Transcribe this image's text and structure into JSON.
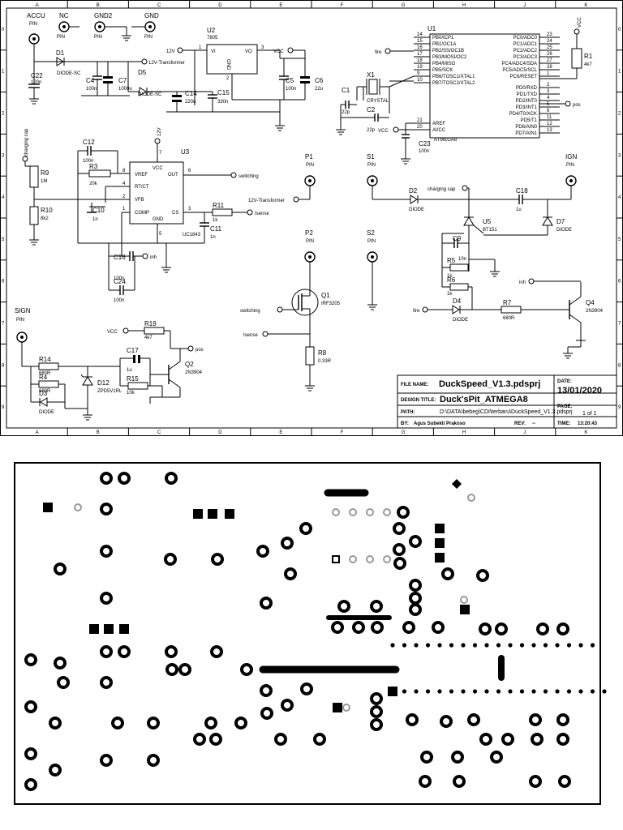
{
  "border": {
    "cols": [
      "A",
      "B",
      "C",
      "D",
      "E",
      "F",
      "G",
      "H",
      "J",
      "K"
    ],
    "rows": [
      "0",
      "1",
      "2",
      "3",
      "4",
      "5",
      "6",
      "7",
      "8",
      "9"
    ]
  },
  "ports": {
    "accu": "ACCU",
    "nc": "NC",
    "gnd2": "GND2",
    "gnd": "GND",
    "p1": "P1",
    "p2": "P2",
    "s1": "S1",
    "s2": "S2",
    "ign": "IGN",
    "sign": "SIGN",
    "pin": "PIN"
  },
  "components": {
    "D1": {
      "ref": "D1",
      "val": "DIODE-SC"
    },
    "D5": {
      "ref": "D5",
      "val": "DIODE-SC"
    },
    "C22": {
      "ref": "C22",
      "val": "100n"
    },
    "C4": {
      "ref": "C4",
      "val": "100n"
    },
    "C7": {
      "ref": "C7",
      "val": "1000u"
    },
    "C14": {
      "ref": "C14",
      "val": "220u"
    },
    "C15": {
      "ref": "C15",
      "val": "330n"
    },
    "U2": {
      "ref": "U2",
      "val": "7805",
      "vi": "VI",
      "vo": "VO",
      "gnd": "GND"
    },
    "C5": {
      "ref": "C5",
      "val": "100n"
    },
    "C6": {
      "ref": "C6",
      "val": "22u"
    },
    "U1": {
      "ref": "U1",
      "val": "ATMEGA8"
    },
    "R1": {
      "ref": "R1",
      "val": "4k7"
    },
    "X1": {
      "ref": "X1",
      "val": "CRYSTAL"
    },
    "C1": {
      "ref": "C1",
      "val": "22p"
    },
    "C2": {
      "ref": "C2",
      "val": "22p"
    },
    "C23": {
      "ref": "C23",
      "val": "100n"
    },
    "C12": {
      "ref": "C12",
      "val": "100n"
    },
    "R3": {
      "ref": "R3",
      "val": "20k"
    },
    "U3": {
      "ref": "U3",
      "val": "UC1843"
    },
    "R9": {
      "ref": "R9",
      "val": "1M"
    },
    "R10": {
      "ref": "R10",
      "val": "8k2"
    },
    "C10": {
      "ref": "C10",
      "val": "1n"
    },
    "R11": {
      "ref": "R11",
      "val": "1k"
    },
    "C11": {
      "ref": "C11",
      "val": "1n"
    },
    "C16": {
      "ref": "C16",
      "val": "100n"
    },
    "C24": {
      "ref": "C24",
      "val": "100n"
    },
    "D2": {
      "ref": "D2",
      "val": "DIODE"
    },
    "C18": {
      "ref": "C18",
      "val": "1u"
    },
    "U5": {
      "ref": "U5",
      "val": "BT151"
    },
    "D7": {
      "ref": "D7",
      "val": "DIODE"
    },
    "C9": {
      "ref": "C9",
      "val": "10n"
    },
    "R5": {
      "ref": "R5",
      "val": "1k"
    },
    "R6": {
      "ref": "R6",
      "val": "1k"
    },
    "D4": {
      "ref": "D4",
      "val": "DIODE"
    },
    "R7": {
      "ref": "R7",
      "val": "680R"
    },
    "Q4": {
      "ref": "Q4",
      "val": "2N3904"
    },
    "Q1": {
      "ref": "Q1",
      "val": "IRF3205"
    },
    "R8": {
      "ref": "R8",
      "val": "0.33R"
    },
    "R19": {
      "ref": "R19",
      "val": "4k7"
    },
    "C17": {
      "ref": "C17",
      "val": "1u"
    },
    "R15": {
      "ref": "R15",
      "val": "10k"
    },
    "Q2": {
      "ref": "Q2",
      "val": "2N3904"
    },
    "R14": {
      "ref": "R14",
      "val": "680R"
    },
    "R4": {
      "ref": "R4",
      "val": "680R"
    },
    "D3": {
      "ref": "D3",
      "val": "DIODE"
    },
    "D12": {
      "ref": "D12",
      "val": "ZPD5V1RL"
    }
  },
  "u1_left_pins": [
    {
      "num": "14",
      "name": "PB0/ICP1"
    },
    {
      "num": "15",
      "name": "PB1/OC1A"
    },
    {
      "num": "16",
      "name": "PB2/SS/OC1B"
    },
    {
      "num": "17",
      "name": "PB3/MOSI/OC2"
    },
    {
      "num": "18",
      "name": "PB4/MISO"
    },
    {
      "num": "19",
      "name": "PB5/SCK"
    },
    {
      "num": "9",
      "name": "PB6/TOSC1/XTAL1"
    },
    {
      "num": "10",
      "name": "PB7/TOSC2/XTAL2"
    },
    {
      "num": "21",
      "name": "AREF"
    },
    {
      "num": "20",
      "name": "AVCC"
    }
  ],
  "u1_right_pins": [
    {
      "num": "23",
      "name": "PC0/ADC0"
    },
    {
      "num": "24",
      "name": "PC1/ADC1"
    },
    {
      "num": "25",
      "name": "PC2/ADC2"
    },
    {
      "num": "26",
      "name": "PC3/ADC3"
    },
    {
      "num": "27",
      "name": "PC4/ADC4/SDA"
    },
    {
      "num": "28",
      "name": "PC5/ADC5/SCL"
    },
    {
      "num": "1",
      "name": "PC6/RESET"
    },
    {
      "num": "2",
      "name": "PD0/RXD"
    },
    {
      "num": "3",
      "name": "PD1/TXD"
    },
    {
      "num": "4",
      "name": "PD2/INT0"
    },
    {
      "num": "5",
      "name": "PD3/INT1"
    },
    {
      "num": "6",
      "name": "PD4/T0/XCK"
    },
    {
      "num": "11",
      "name": "PD5/T1"
    },
    {
      "num": "12",
      "name": "PD6/AIN0"
    },
    {
      "num": "13",
      "name": "PD7/AIN1"
    }
  ],
  "u3_pins": {
    "vref": "VREF",
    "rtct": "RT/CT",
    "vfb": "VFB",
    "comp": "COMP",
    "vcc": "VCC",
    "out": "OUT",
    "cs": "CS",
    "gnd": "GND",
    "n8": "8",
    "n4": "4",
    "n2": "2",
    "n1": "1",
    "n7": "7",
    "n6": "6",
    "n3": "3",
    "n5": "5"
  },
  "u2_pins": {
    "n1": "1",
    "n2": "2",
    "n3": "3"
  },
  "nets": {
    "v12": "12V",
    "vcc": "VCC",
    "fire": "fire",
    "pos": "pos",
    "inh": "inh",
    "switching": "switching",
    "isense": "Isense",
    "transformer": "12V-Transformer",
    "charging_cap": "charging cap"
  },
  "title_block": {
    "file_name_label": "FILE NAME:",
    "file_name": "DuckSpeed_V1.3.pdsprj",
    "design_title_label": "DESIGN TITLE:",
    "design_title": "Duck'sPit_ATMEGA8",
    "path_label": "PATH:",
    "path": "D:\\DATA\\bebeg\\CDI\\terbaru\\DuckSpeed_V1.3.pdsprj",
    "by_label": "BY:",
    "by": "Agus Subekti Prakoso",
    "rev_label": "REV:",
    "rev": "--",
    "date_label": "DATE:",
    "date": "13/01/2020",
    "page_label": "PAGE:",
    "page": "1 of 1",
    "time_label": "TIME:",
    "time": "13:20:43"
  }
}
